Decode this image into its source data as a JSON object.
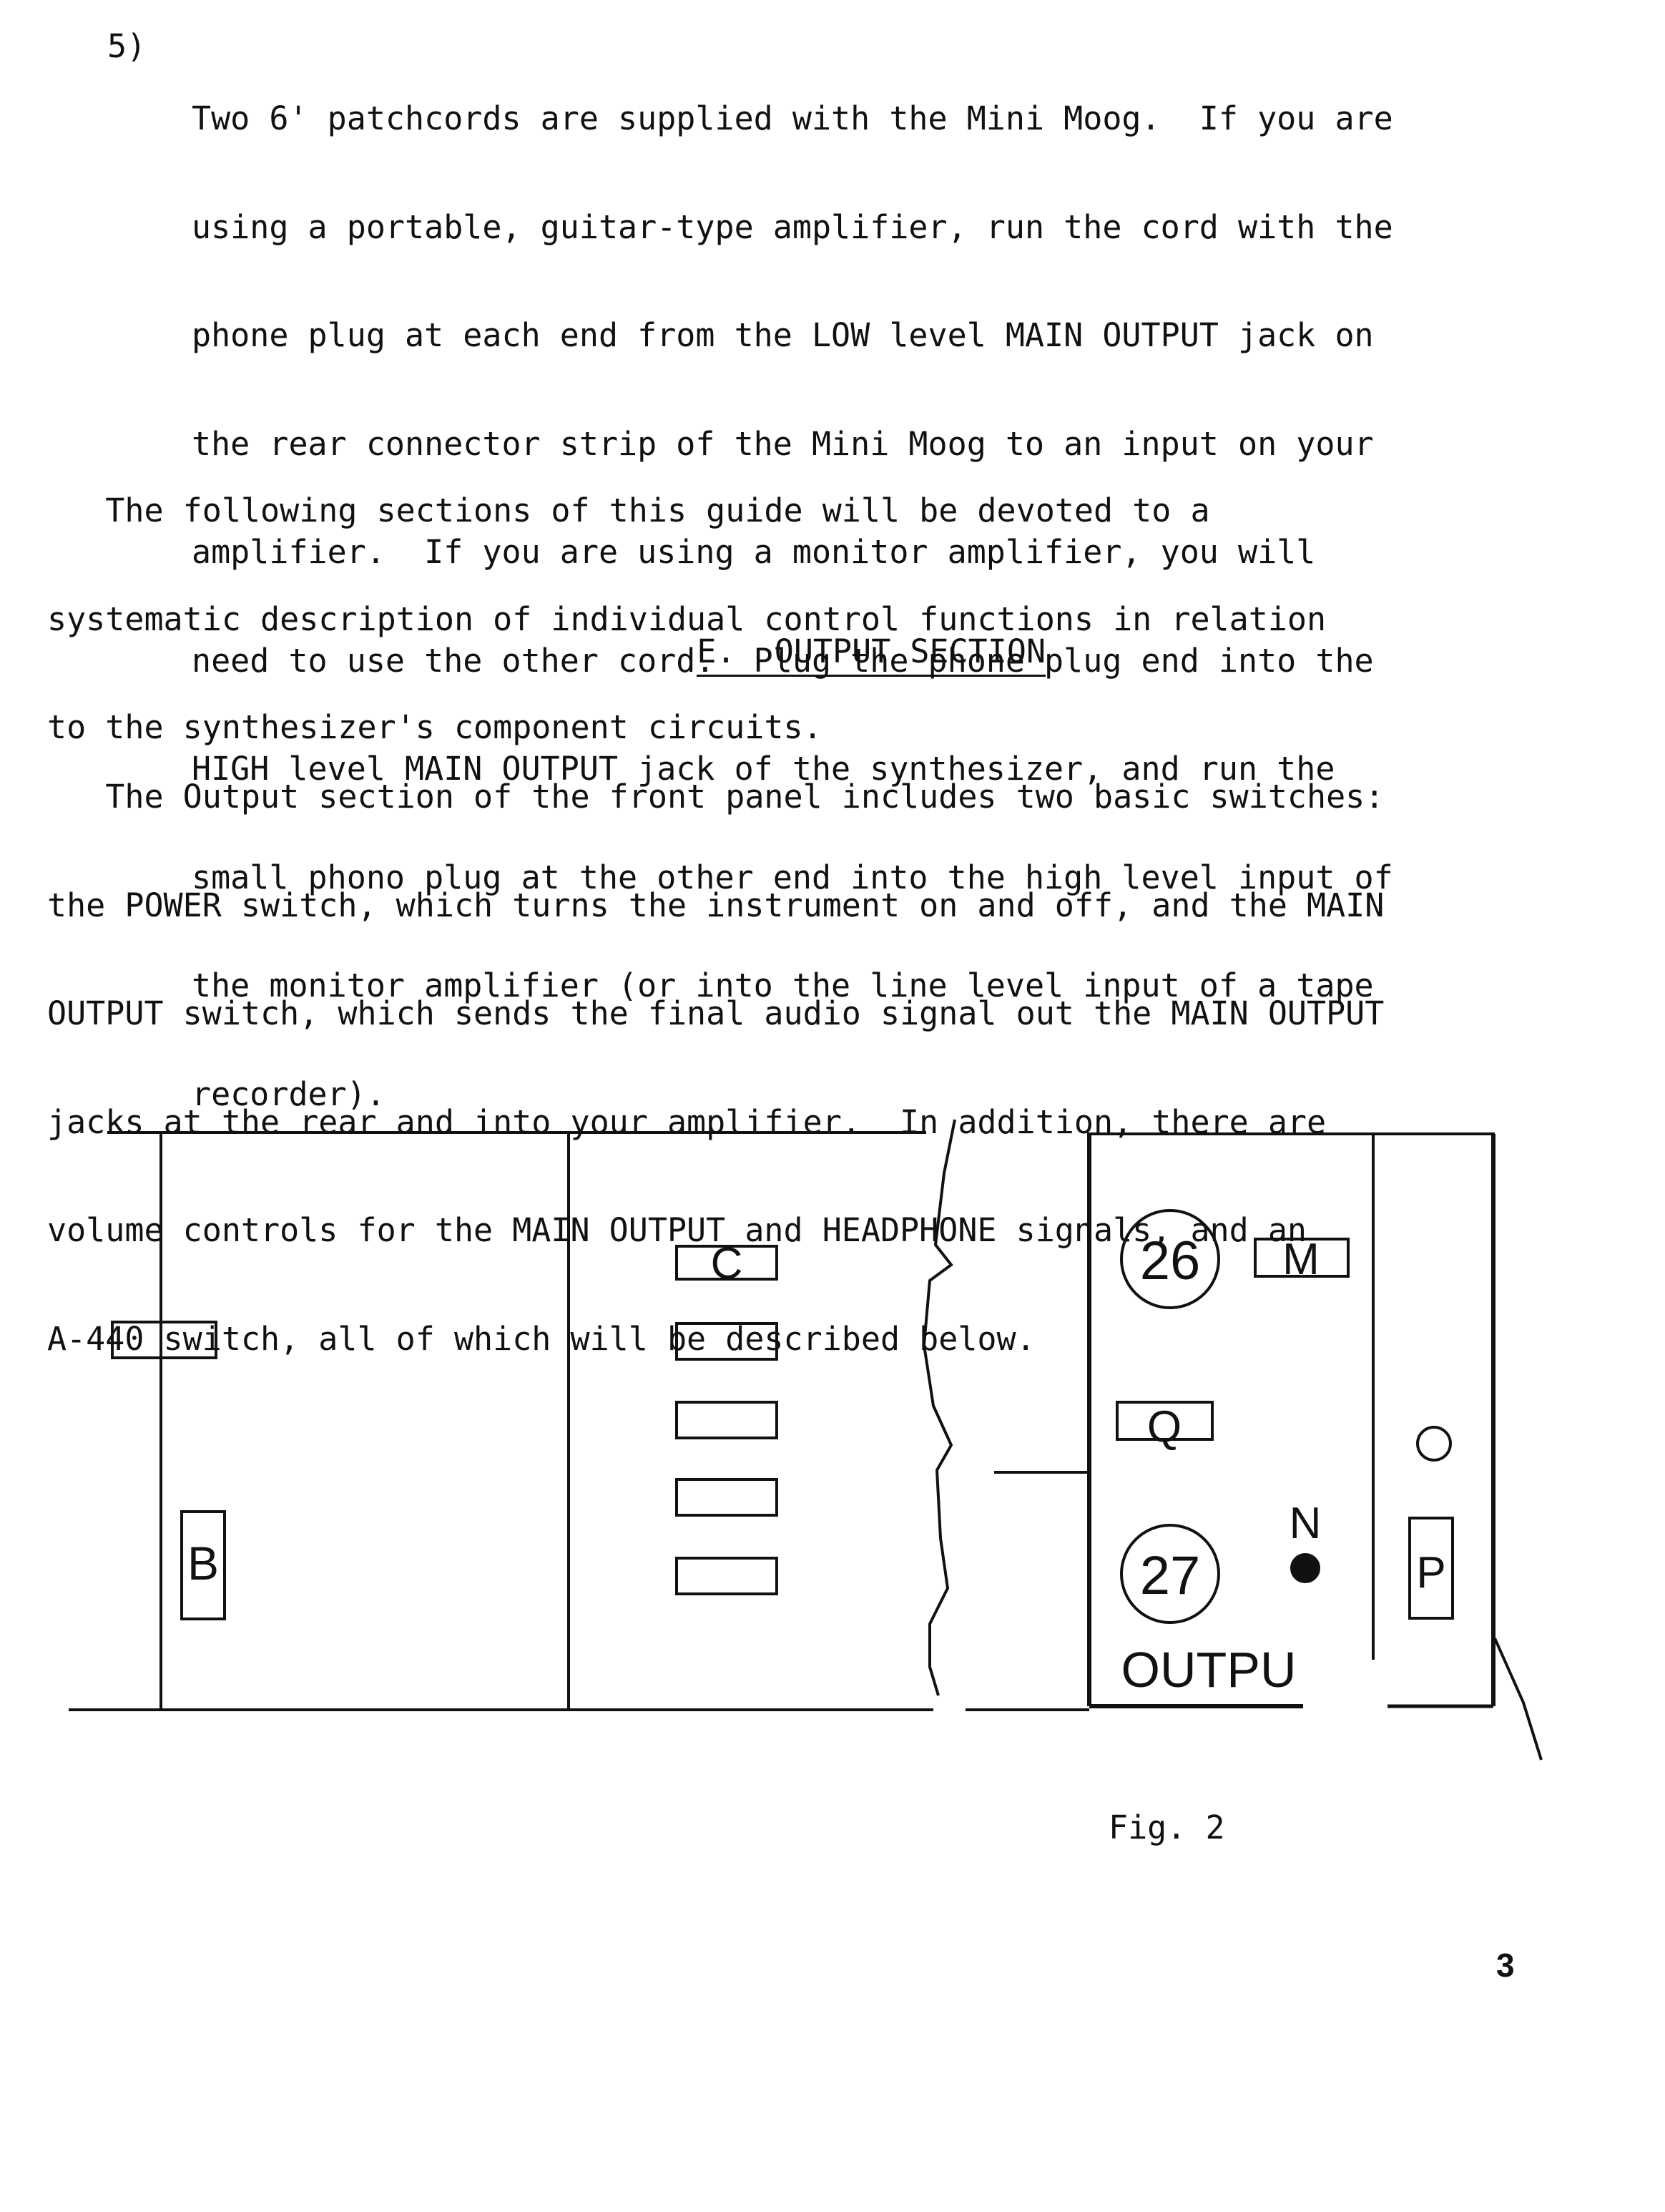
{
  "item5": {
    "number": "5)",
    "lines": [
      "Two 6' patchcords are supplied with the Mini Moog.  If you are",
      "using a portable, guitar-type amplifier, run the cord with the",
      "phone plug at each end from the LOW level MAIN OUTPUT jack on",
      "the rear connector strip of the Mini Moog to an input on your",
      "amplifier.  If you are using a monitor amplifier, you will",
      "need to use the other cord.  Plug the phone plug end into the",
      "HIGH level MAIN OUTPUT jack of the synthesizer, and run the",
      "small phono plug at the other end into the high level input of",
      "the monitor amplifier (or into the line level input of a tape",
      "recorder)."
    ]
  },
  "paragraph1": {
    "lines": [
      "   The following sections of this guide will be devoted to a",
      "systematic description of individual control functions in relation",
      "to the synthesizer's component circuits."
    ]
  },
  "section_heading": "E.  OUTPUT SECTION",
  "paragraph2": {
    "lines": [
      "   The Output section of the front panel includes two basic switches:",
      "the POWER switch, which turns the instrument on and off, and the MAIN",
      "OUTPUT switch, which sends the final audio signal out the MAIN OUTPUT",
      "jacks at the rear and into your amplifier.  In addition, there are",
      "volume controls for the MAIN OUTPUT and HEADPHONE signals, and an",
      "A-440 switch, all of which will be described below."
    ]
  },
  "figure": {
    "labels": {
      "b": "B",
      "c": "C",
      "m": "M",
      "q": "Q",
      "n": "N",
      "p": "P",
      "knob_26": "26",
      "knob_27": "27",
      "output": "OUTPU"
    },
    "caption": "Fig. 2"
  },
  "page_number": "3"
}
